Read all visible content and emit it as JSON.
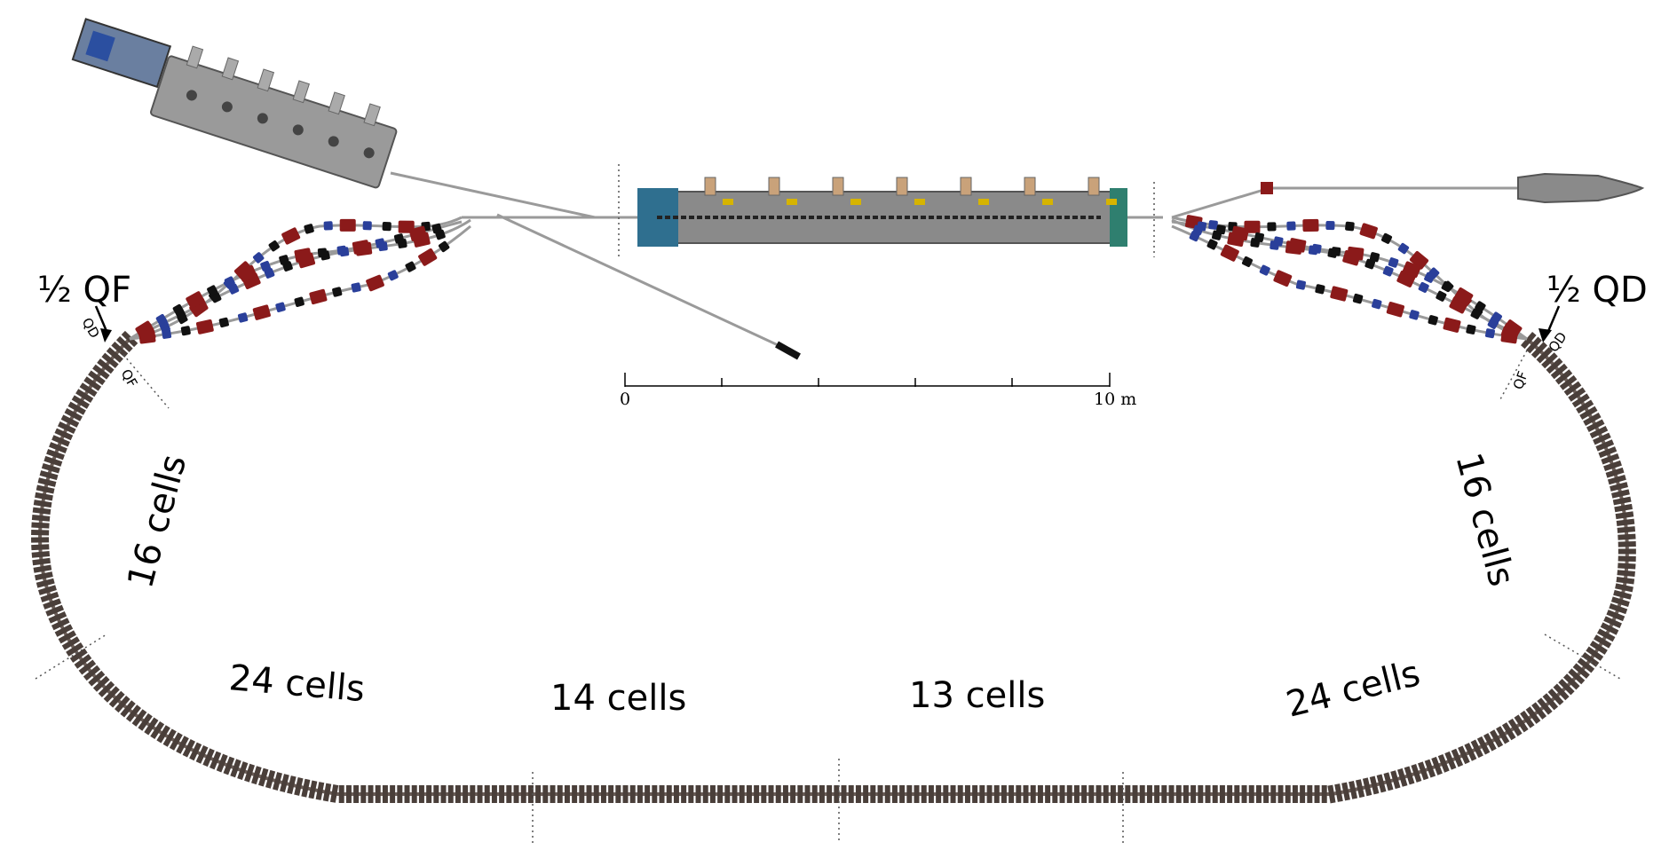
{
  "labels": {
    "half_qf": "½ QF",
    "half_qd": "½ QD",
    "qd_left": "QD",
    "qf_left": "QF",
    "qd_right": "QD",
    "qf_right": "QF",
    "cells_left_arc": "16 cells",
    "cells_right_arc": "16 cells",
    "cells_bottom_left": "24 cells",
    "cells_bottom_mid_left": "14 cells",
    "cells_bottom_mid_right": "13 cells",
    "cells_bottom_right": "24 cells"
  },
  "scale_bar": {
    "start_label": "0",
    "end_label": "10 m"
  },
  "colors": {
    "cell_magnet": "#4a3f3a",
    "dipole": "#8b1a1a",
    "quad_blue": "#2a3f9a",
    "cryomodule": "#8a8a8a",
    "beam_pipe": "#9a9a9a"
  }
}
